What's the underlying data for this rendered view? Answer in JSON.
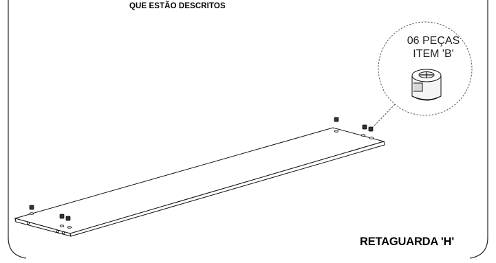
{
  "header": {
    "instruction_text": "QUE ESTÃO DESCRITOS"
  },
  "callout": {
    "quantity_line": "06 PEÇAS",
    "item_line": "ITEM 'B'"
  },
  "panel": {
    "label": "RETAGUARDA 'H'"
  },
  "colors": {
    "line": "#000000",
    "dash": "#555555",
    "background": "#ffffff"
  },
  "icons": {
    "connector": "cam-lock-fitting-icon",
    "leader": "dashed-leader-line"
  }
}
